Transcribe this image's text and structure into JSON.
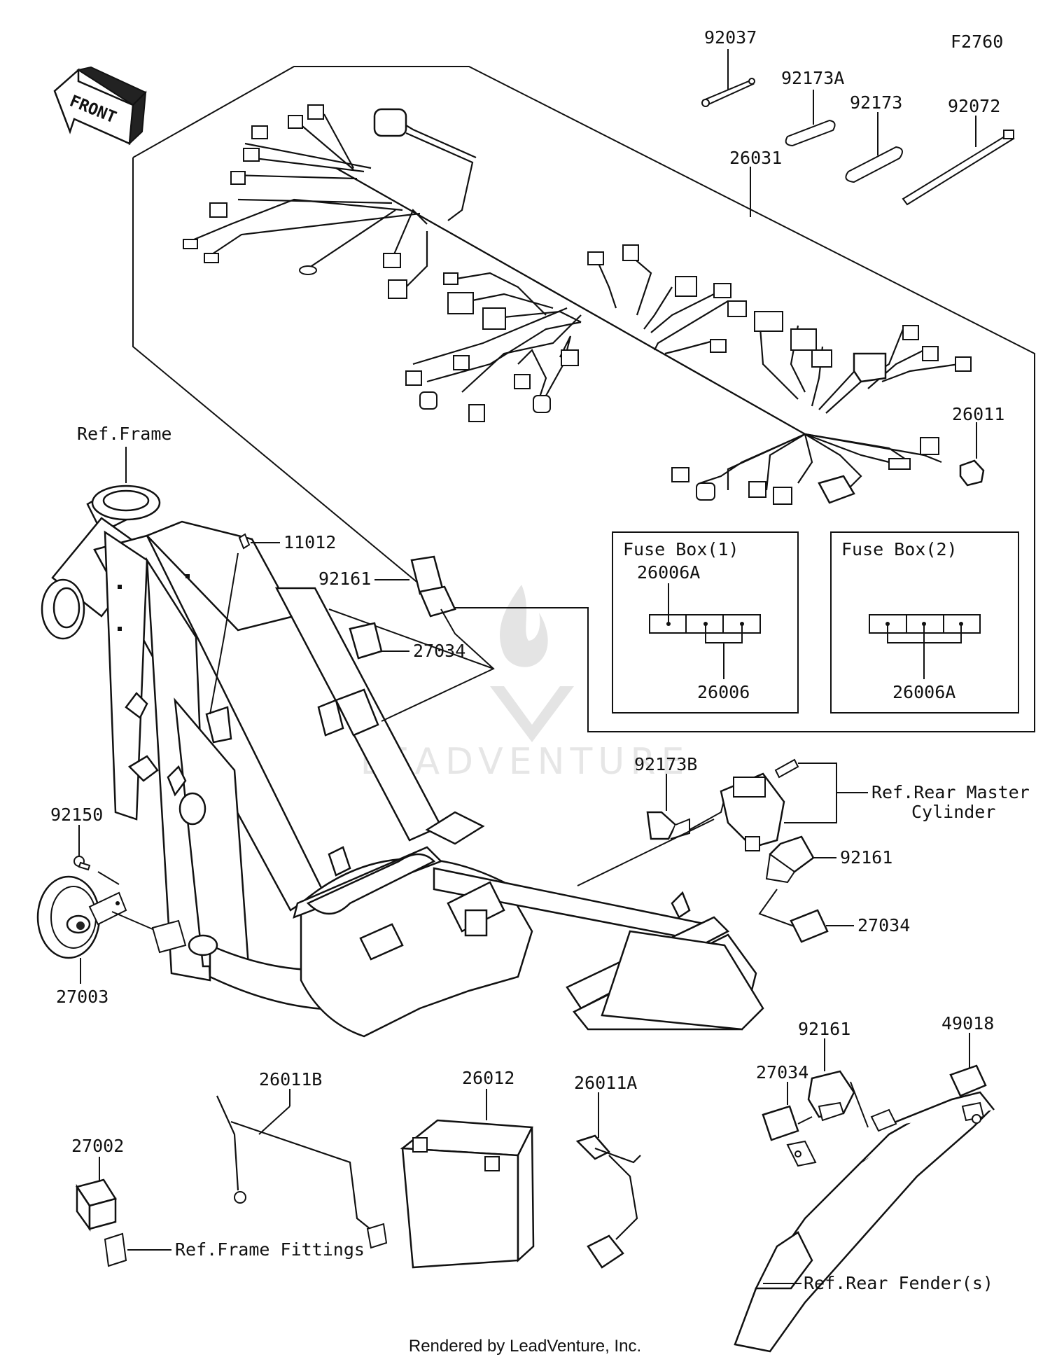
{
  "figure_code": "F2760",
  "front_arrow_label": "FRONT",
  "watermark": "LEADVENTURE",
  "footer": "Rendered by LeadVenture, Inc.",
  "callouts": {
    "p92037": "92037",
    "p92173A": "92173A",
    "p92173": "92173",
    "p92072": "92072",
    "p26031": "26031",
    "p26011": "26011",
    "ref_frame": "Ref.Frame",
    "p11012": "11012",
    "p92161_top": "92161",
    "p27034_top": "27034",
    "p92150": "92150",
    "p27003": "27003",
    "p92173B": "92173B",
    "ref_rear_master_1": "Ref.Rear Master",
    "ref_rear_master_2": "Cylinder",
    "p92161_mid": "92161",
    "p27034_mid": "27034",
    "p26011B": "26011B",
    "p26012": "26012",
    "p26011A": "26011A",
    "p27002": "27002",
    "ref_frame_fittings": "Ref.Frame Fittings",
    "p92161_low": "92161",
    "p27034_low": "27034",
    "p49018": "49018",
    "ref_rear_fender": "Ref.Rear Fender(s)"
  },
  "fuse_box_1": {
    "title": "Fuse Box(1)",
    "top_label": "26006A",
    "bottom_label": "26006"
  },
  "fuse_box_2": {
    "title": "Fuse Box(2)",
    "bottom_label": "26006A"
  }
}
